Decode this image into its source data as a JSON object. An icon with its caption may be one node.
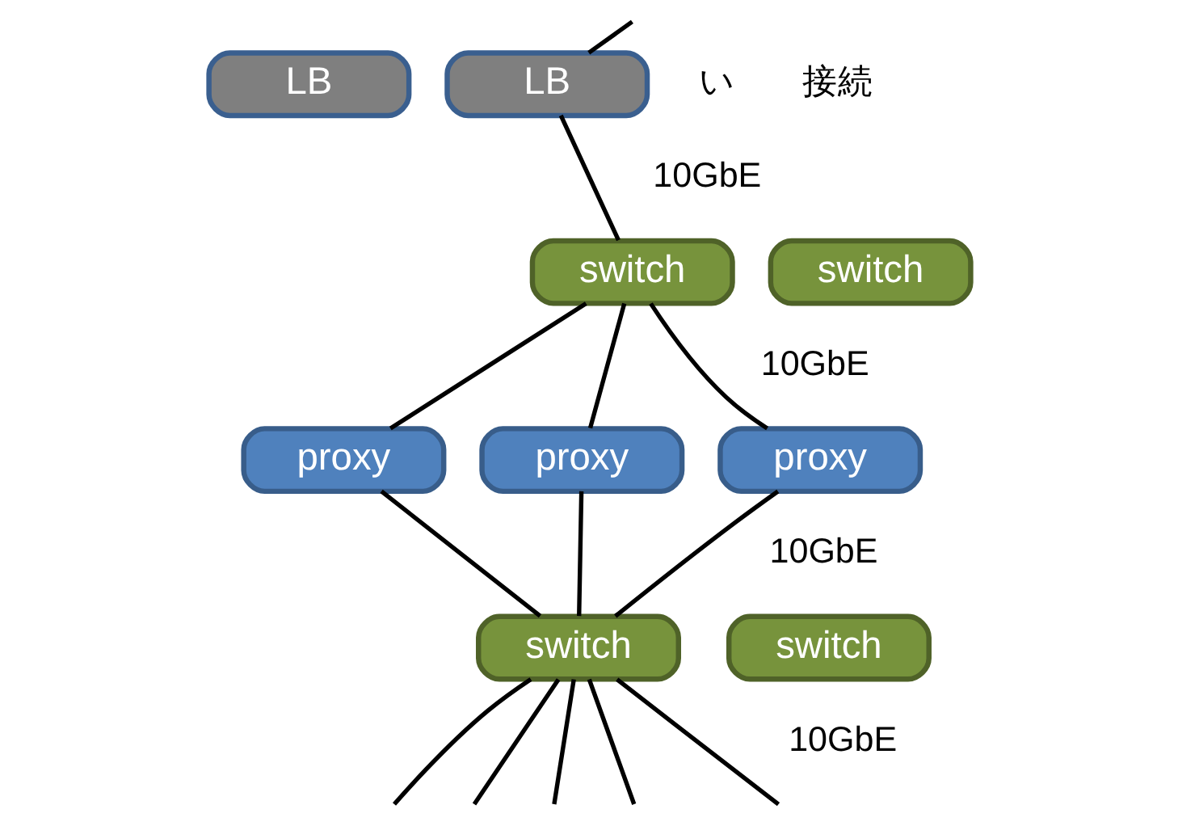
{
  "diagram": {
    "nodes": [
      {
        "text": [
          "LB"
        ]
      },
      {
        "text": [
          "LB"
        ]
      },
      {
        "text": [
          "switch"
        ]
      },
      {
        "text": [
          "switch"
        ]
      },
      {
        "text": [
          "proxy"
        ]
      },
      {
        "text": [
          "proxy"
        ]
      },
      {
        "text": [
          "proxy"
        ]
      },
      {
        "text": [
          "switch"
        ]
      },
      {
        "text": [
          "switch"
        ]
      }
    ],
    "edges": [
      {
        "from": null,
        "to": 1,
        "arrow": "none"
      },
      {
        "from": 1,
        "to": 3,
        "arrow": "none"
      },
      {
        "from": 3,
        "to": 4,
        "arrow": "none"
      },
      {
        "from": 3,
        "to": 5,
        "arrow": "none"
      },
      {
        "from": 3,
        "to": 6,
        "arrow": "none"
      },
      {
        "from": 4,
        "to": 7,
        "arrow": "none"
      },
      {
        "from": 5,
        "to": 7,
        "arrow": "none"
      },
      {
        "from": 6,
        "to": 7,
        "arrow": "none"
      },
      {
        "from": 7,
        "to": null,
        "arrow": "none"
      },
      {
        "from": 7,
        "to": null,
        "arrow": "none"
      },
      {
        "from": 7,
        "to": null,
        "arrow": "none"
      },
      {
        "from": 7,
        "to": null,
        "arrow": "none"
      },
      {
        "from": 7,
        "to": null,
        "arrow": "none"
      }
    ],
    "labels": [
      "接続",
      "い",
      "10GbE",
      "10GbE",
      "10GbE",
      "10GbE"
    ]
  }
}
